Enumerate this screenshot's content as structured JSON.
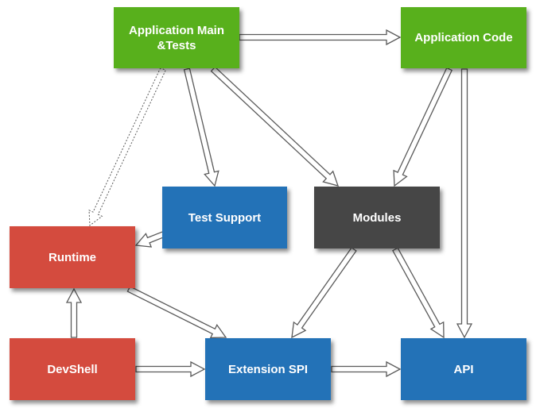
{
  "nodes": {
    "app_main_tests": {
      "label": "Application Main\n&Tests",
      "color": "#58b01c"
    },
    "app_code": {
      "label": "Application Code",
      "color": "#58b01c"
    },
    "test_support": {
      "label": "Test Support",
      "color": "#2372b7"
    },
    "modules": {
      "label": "Modules",
      "color": "#464646"
    },
    "runtime": {
      "label": "Runtime",
      "color": "#d44b3e"
    },
    "devshell": {
      "label": "DevShell",
      "color": "#d44b3e"
    },
    "extension_spi": {
      "label": "Extension SPI",
      "color": "#2372b7"
    },
    "api": {
      "label": "API",
      "color": "#2372b7"
    }
  },
  "edges": [
    {
      "from": "app_main_tests",
      "to": "app_code",
      "style": "solid"
    },
    {
      "from": "app_main_tests",
      "to": "test_support",
      "style": "solid"
    },
    {
      "from": "app_main_tests",
      "to": "modules",
      "style": "solid"
    },
    {
      "from": "app_main_tests",
      "to": "runtime",
      "style": "dotted"
    },
    {
      "from": "app_code",
      "to": "modules",
      "style": "solid"
    },
    {
      "from": "app_code",
      "to": "api",
      "style": "solid"
    },
    {
      "from": "test_support",
      "to": "runtime",
      "style": "solid"
    },
    {
      "from": "modules",
      "to": "extension_spi",
      "style": "solid"
    },
    {
      "from": "modules",
      "to": "api",
      "style": "solid"
    },
    {
      "from": "runtime",
      "to": "extension_spi",
      "style": "solid"
    },
    {
      "from": "devshell",
      "to": "runtime",
      "style": "solid"
    },
    {
      "from": "devshell",
      "to": "extension_spi",
      "style": "solid"
    },
    {
      "from": "extension_spi",
      "to": "api",
      "style": "solid"
    }
  ],
  "colors": {
    "arrow_fill": "#ffffff",
    "arrow_stroke": "#5a5a5a"
  }
}
